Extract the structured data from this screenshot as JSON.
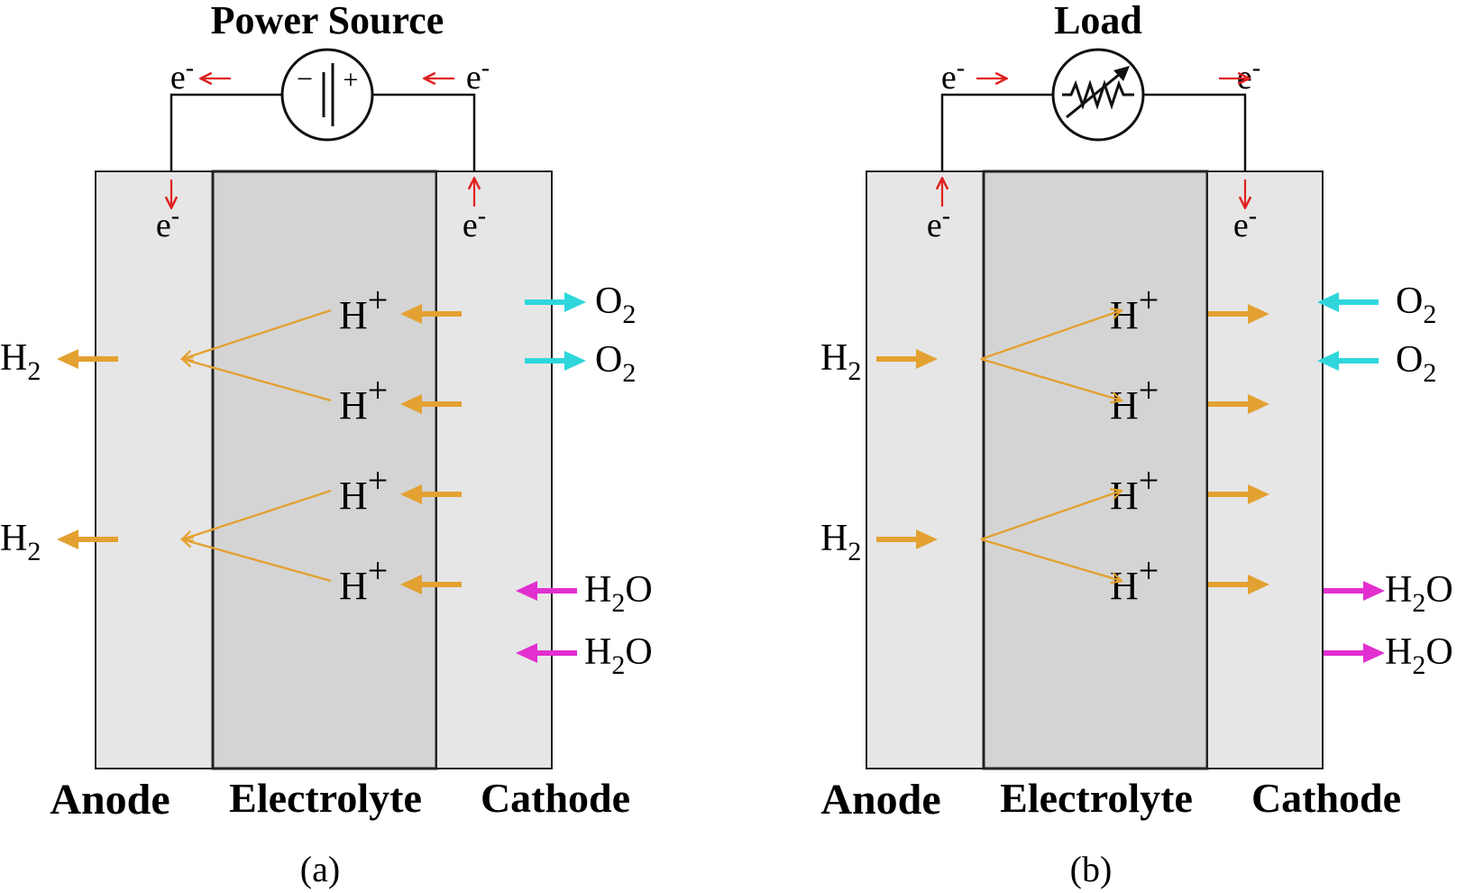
{
  "colors": {
    "electrode_fill": "#e6e6e6",
    "electrolyte_fill": "#d4d4d4",
    "outline": "#222222",
    "proton": "#e3a131",
    "oxygen": "#2ed6dc",
    "water": "#e22fcf",
    "electron_arrow": "#e02020"
  },
  "icons": {
    "power_source": "battery-icon",
    "load": "variable-resistor-icon"
  },
  "panels": [
    {
      "source_label": "Power Source",
      "caption": "(a)",
      "layers": {
        "anode": "Anode",
        "electrolyte": "Electrolyte",
        "cathode": "Cathode"
      },
      "electron": "e",
      "electron_charge": "-",
      "battery_minus": "−",
      "battery_plus": "+",
      "hydrogen_ion": "H",
      "ion_charge": "+",
      "hydrogen_gas": {
        "element": "H",
        "subscript": "2"
      },
      "oxygen_gas": {
        "element": "O",
        "subscript": "2"
      },
      "water": {
        "first": "H",
        "subscript": "2",
        "last": "O"
      }
    },
    {
      "source_label": "Load",
      "caption": "(b)",
      "layers": {
        "anode": "Anode",
        "electrolyte": "Electrolyte",
        "cathode": "Cathode"
      },
      "electron": "e",
      "electron_charge": "-",
      "hydrogen_ion": "H",
      "ion_charge": "+",
      "hydrogen_gas": {
        "element": "H",
        "subscript": "2"
      },
      "oxygen_gas": {
        "element": "O",
        "subscript": "2"
      },
      "water": {
        "first": "H",
        "subscript": "2",
        "last": "O"
      }
    }
  ]
}
